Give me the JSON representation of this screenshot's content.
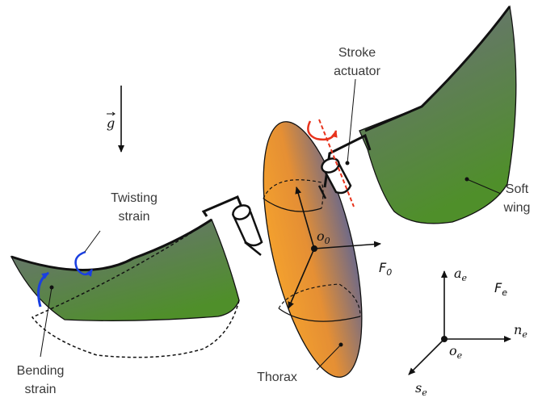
{
  "labels": {
    "stroke_actuator_line1": "Stroke",
    "stroke_actuator_line2": "actuator",
    "soft_wing_line1": "Soft",
    "soft_wing_line2": "wing",
    "twisting_line1": "Twisting",
    "twisting_line2": "strain",
    "bending_line1": "Bending",
    "bending_line2": "strain",
    "thorax": "Thorax"
  },
  "symbols": {
    "gravity": "g",
    "body_origin": {
      "base": "o",
      "sub": "0"
    },
    "body_frame": {
      "base": "F",
      "sub": "0"
    },
    "earth_frame": {
      "base": "F",
      "sub": "e"
    },
    "earth_origin": {
      "base": "o",
      "sub": "e"
    },
    "axis_a": {
      "base": "a",
      "sub": "e"
    },
    "axis_n": {
      "base": "n",
      "sub": "e"
    },
    "axis_s": {
      "base": "s",
      "sub": "e"
    }
  },
  "colors": {
    "wing_top": "#6e6e80",
    "wing_bottom": "#4f8f2a",
    "thorax_left": "#f3a02e",
    "thorax_right": "#7a6e86",
    "twisting_arrow": "#1a3fe0",
    "stroke_arrow": "#e8331c"
  }
}
